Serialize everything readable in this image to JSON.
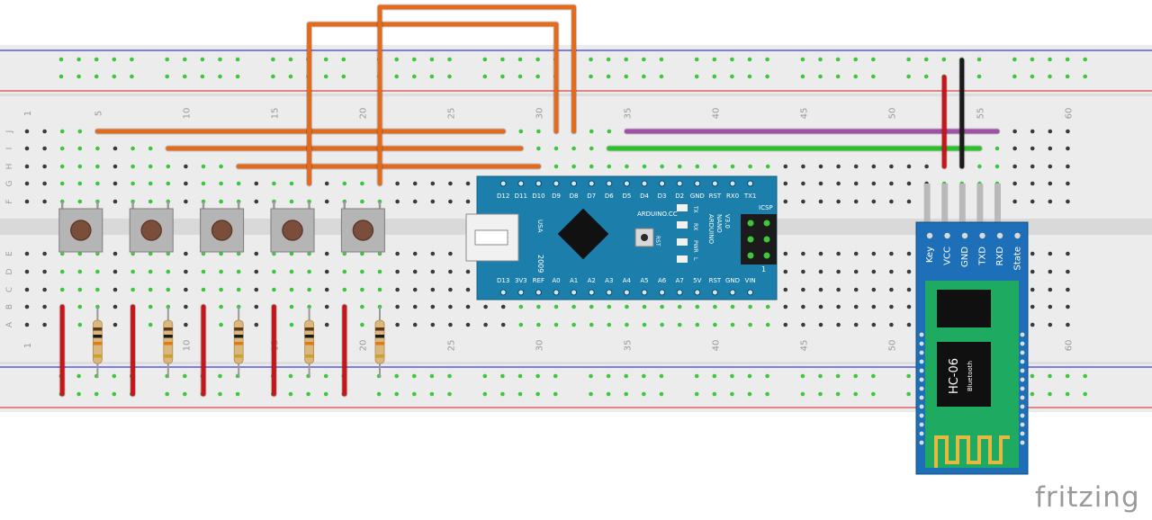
{
  "diagram": {
    "column_numbers": [
      "1",
      "5",
      "10",
      "15",
      "20",
      "25",
      "30",
      "35",
      "40",
      "45",
      "50",
      "55",
      "60"
    ],
    "row_letters_top": [
      "J",
      "I",
      "H",
      "G",
      "F"
    ],
    "row_letters_bottom": [
      "E",
      "D",
      "C",
      "B",
      "A"
    ]
  },
  "arduino": {
    "header_top": [
      "D12",
      "D11",
      "D10",
      "D9",
      "D8",
      "D7",
      "D6",
      "D5",
      "D4",
      "D3",
      "D2",
      "GND",
      "RST",
      "RX0",
      "TX1"
    ],
    "header_bottom": [
      "D13",
      "3V3",
      "REF",
      "A0",
      "A1",
      "A2",
      "A3",
      "A4",
      "A5",
      "A6",
      "A7",
      "5V",
      "RST",
      "GND",
      "VIN"
    ],
    "leds": [
      "TX",
      "RX",
      "PWR",
      "L"
    ],
    "brand": "ARDUINO.CC",
    "model_lines": [
      "ARDUINO",
      "NANO",
      "V3.0"
    ],
    "usa": "USA",
    "year": "2009",
    "rst": "RST",
    "icsp": "ICSP",
    "pin1": "1"
  },
  "bluetooth": {
    "pins": [
      "Key",
      "VCC",
      "GND",
      "TXD",
      "RXD",
      "State"
    ],
    "title": "HC-06",
    "subtitle": "Bluetooth"
  },
  "watermark": "fritzing",
  "colors": {
    "board": "#ececec",
    "rail_blue": "#3b3bdc",
    "rail_red": "#d94a4a",
    "hole": "#3a3a3a",
    "hole_green": "#3ec63e",
    "wire_orange": "#e16b1e",
    "wire_red": "#c4161b",
    "wire_black": "#1a1a1a",
    "wire_green": "#2bc12b",
    "wire_purple": "#a050a8",
    "nano_pcb": "#1c7eaa",
    "hc06_pcb": "#1d6fb8",
    "hc06_inner": "#1faa62"
  }
}
